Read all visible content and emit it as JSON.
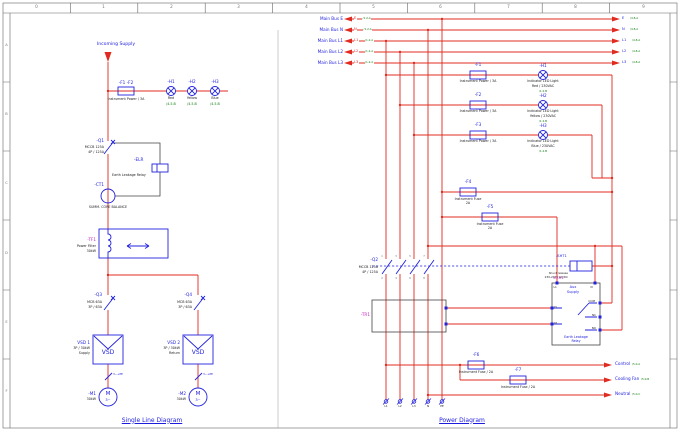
{
  "frame": {
    "columns": [
      "0",
      "1",
      "2",
      "3",
      "4",
      "5",
      "6",
      "7",
      "8",
      "9"
    ],
    "rows": [
      "A",
      "B",
      "C",
      "D",
      "E",
      "F"
    ]
  },
  "sld": {
    "title": "Single Line Diagram",
    "incoming_label": "Incoming Supply",
    "inst_fuse": {
      "tag": "-F1 -F2",
      "desc": "Instrument Power / 3A"
    },
    "lamps": [
      {
        "tag": "-H1",
        "name": "Red",
        "ref": "/4.5.B"
      },
      {
        "tag": "-H2",
        "name": "Yellow",
        "ref": "/4.5.B"
      },
      {
        "tag": "-H3",
        "name": "Blue",
        "ref": "/4.5.B"
      }
    ],
    "main_breaker": {
      "tag": "-Q1",
      "desc1": "MCCB 125A",
      "desc2": "4P / 125A"
    },
    "elr": {
      "tag": "-ELR",
      "desc": "Earth Leakage Relay"
    },
    "ct": {
      "tag": "-CT1",
      "desc": "SUMM. CORE BALANCE"
    },
    "filter": {
      "tag": "-TF1",
      "desc1": "Power Filter",
      "desc2": "30kW"
    },
    "feeders": [
      {
        "breaker_tag": "-Q3",
        "breaker_desc1": "MCB 63A",
        "breaker_desc2": "3P / 63A",
        "vsd_label": "VSD",
        "vsd_tag": "VSD 1",
        "vsd_desc": "3P / 30kW",
        "vsd_role": "Supply",
        "cable": "3~+PE",
        "motor_tag": "-M1",
        "motor_rating": "30kW",
        "motor_letter": "M",
        "motor_phase": "3~"
      },
      {
        "breaker_tag": "-Q4",
        "breaker_desc1": "MCB 63A",
        "breaker_desc2": "3P / 63A",
        "vsd_label": "VSD",
        "vsd_tag": "VSD 2",
        "vsd_desc": "3P / 30kW",
        "vsd_role": "Return",
        "cable": "3~+PE",
        "motor_tag": "-M2",
        "motor_rating": "30kW",
        "motor_letter": "M",
        "motor_phase": "3~"
      }
    ]
  },
  "pd": {
    "title": "Power Diagram",
    "buses": [
      {
        "name": "Main Bus E",
        "tag": "E",
        "ref": "/1.2.A",
        "tag_r": "E",
        "ref_r": "/4.8.A"
      },
      {
        "name": "Main Bus N",
        "tag": "N",
        "ref": "/1.2.A",
        "tag_r": "N",
        "ref_r": "/4.8.A"
      },
      {
        "name": "Main Bus L1",
        "tag": "L1",
        "ref": "/1.2.A",
        "tag_r": "L1",
        "ref_r": "/4.8.A"
      },
      {
        "name": "Main Bus L2",
        "tag": "L2",
        "ref": "/1.2.A",
        "tag_r": "L2",
        "ref_r": "/4.8.A"
      },
      {
        "name": "Main Bus L3",
        "tag": "L3",
        "ref": "/1.2.A",
        "tag_r": "L3",
        "ref_r": "/4.8.A"
      }
    ],
    "ind": [
      {
        "fuse_tag": "-F1",
        "fuse_desc": "Instrument Power / 3A",
        "lamp_tag": "-H1",
        "lamp_desc1": "Indicator LED Light",
        "lamp_desc2": "Red / 230VAC",
        "lamp_ref": "/1.2.B"
      },
      {
        "fuse_tag": "-F2",
        "fuse_desc": "Instrument Power / 3A",
        "lamp_tag": "-H2",
        "lamp_desc1": "Indicator LED Light",
        "lamp_desc2": "Yellow / 230VAC",
        "lamp_ref": "/1.2.B"
      },
      {
        "fuse_tag": "-F3",
        "fuse_desc": "Instrument Power / 3A",
        "lamp_tag": "-H3",
        "lamp_desc1": "Indicator LED Light",
        "lamp_desc2": "Blue / 230VAC",
        "lamp_ref": "/1.2.B"
      }
    ],
    "f4": {
      "tag": "-F4",
      "desc1": "Instrument Fuse",
      "desc2": "2A"
    },
    "f5": {
      "tag": "-F5",
      "desc1": "Instrument Fuse",
      "desc2": "2A"
    },
    "q2": {
      "tag": "-Q2",
      "desc1": "MCCB 125A",
      "desc2": "4P / 125A",
      "pole_top": [
        "1",
        "3",
        "5",
        "7"
      ],
      "pole_bot": [
        "2",
        "4",
        "6",
        "8"
      ]
    },
    "sht": {
      "tag": "-SHT1",
      "desc1": "Shunt release",
      "desc2": "230-240V AC/DC"
    },
    "tr": {
      "tag": "-TR1"
    },
    "elr": {
      "tag": "-ELR1",
      "aux1": "Aux",
      "aux2": "Supply",
      "t_l1": "L1",
      "t_n": "N",
      "t_15": "15",
      "t_18": "18",
      "t_com": "COM",
      "t_nc": "NC",
      "t_no": "NO",
      "name1": "Earth Leakage",
      "name2": "Relay"
    },
    "f6": {
      "tag": "-F6",
      "desc": "Instrument Fuse / 2A"
    },
    "f7": {
      "tag": "-F7",
      "desc": "Instrument Fuse / 2A"
    },
    "outputs": [
      {
        "label": "Control",
        "ref": "/5.0.A"
      },
      {
        "label": "Cooling Fan",
        "ref": "/5.0.B"
      },
      {
        "label": "Neutral",
        "ref": "/5.0.C"
      }
    ],
    "terminals": [
      "L1",
      "L2",
      "L3",
      "N",
      "PE"
    ]
  }
}
